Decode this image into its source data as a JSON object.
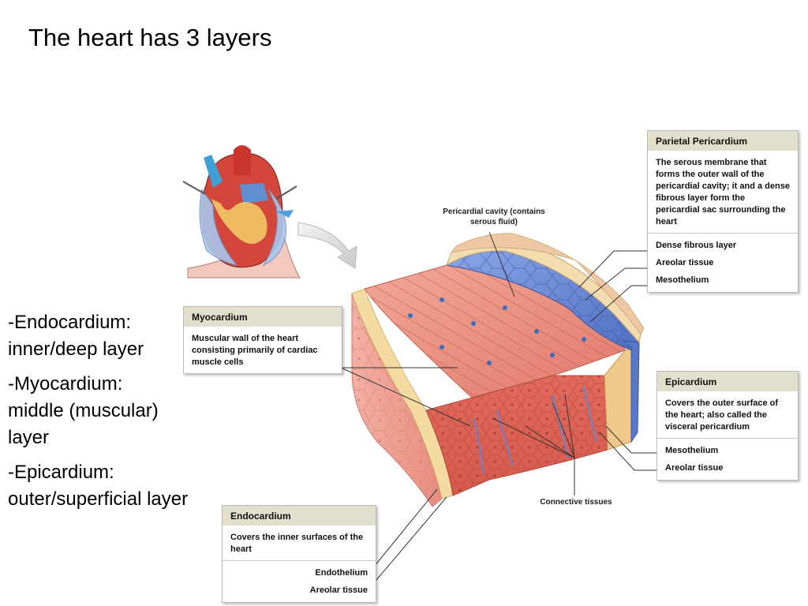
{
  "slide": {
    "title": "The heart has 3 layers",
    "layers": [
      {
        "name": "-Endocardium:",
        "desc": "inner/deep layer"
      },
      {
        "name": "-Myocardium:",
        "desc": "middle (muscular) layer"
      },
      {
        "name": "-Epicardium:",
        "desc": "outer/superficial layer"
      }
    ]
  },
  "figure": {
    "pericardial_cavity": "Pericardial cavity (contains serous fluid)",
    "connective_tissues": "Connective tissues",
    "parietal": {
      "title": "Parietal Pericardium",
      "desc": "The serous membrane that forms the outer wall of the pericardial cavity; it and a dense fibrous layer form the pericardial sac surrounding the heart",
      "subs": [
        "Dense fibrous layer",
        "Areolar tissue",
        "Mesothelium"
      ]
    },
    "myocardium": {
      "title": "Myocardium",
      "desc": "Muscular wall of the heart consisting primarily of cardiac muscle cells"
    },
    "epicardium": {
      "title": "Epicardium",
      "desc": "Covers the outer surface of the heart; also called the visceral pericardium",
      "subs": [
        "Mesothelium",
        "Areolar tissue"
      ]
    },
    "endocardium": {
      "title": "Endocardium",
      "desc": "Covers the inner surfaces of the heart",
      "subs": [
        "Endothelium",
        "Areolar tissue"
      ]
    }
  },
  "colors": {
    "muscle": "#e8867a",
    "muscle_dark": "#d0584c",
    "serous_blue": "#6f8fd8",
    "fibrous": "#f2d9a6",
    "box_header": "#e2dfcc"
  }
}
